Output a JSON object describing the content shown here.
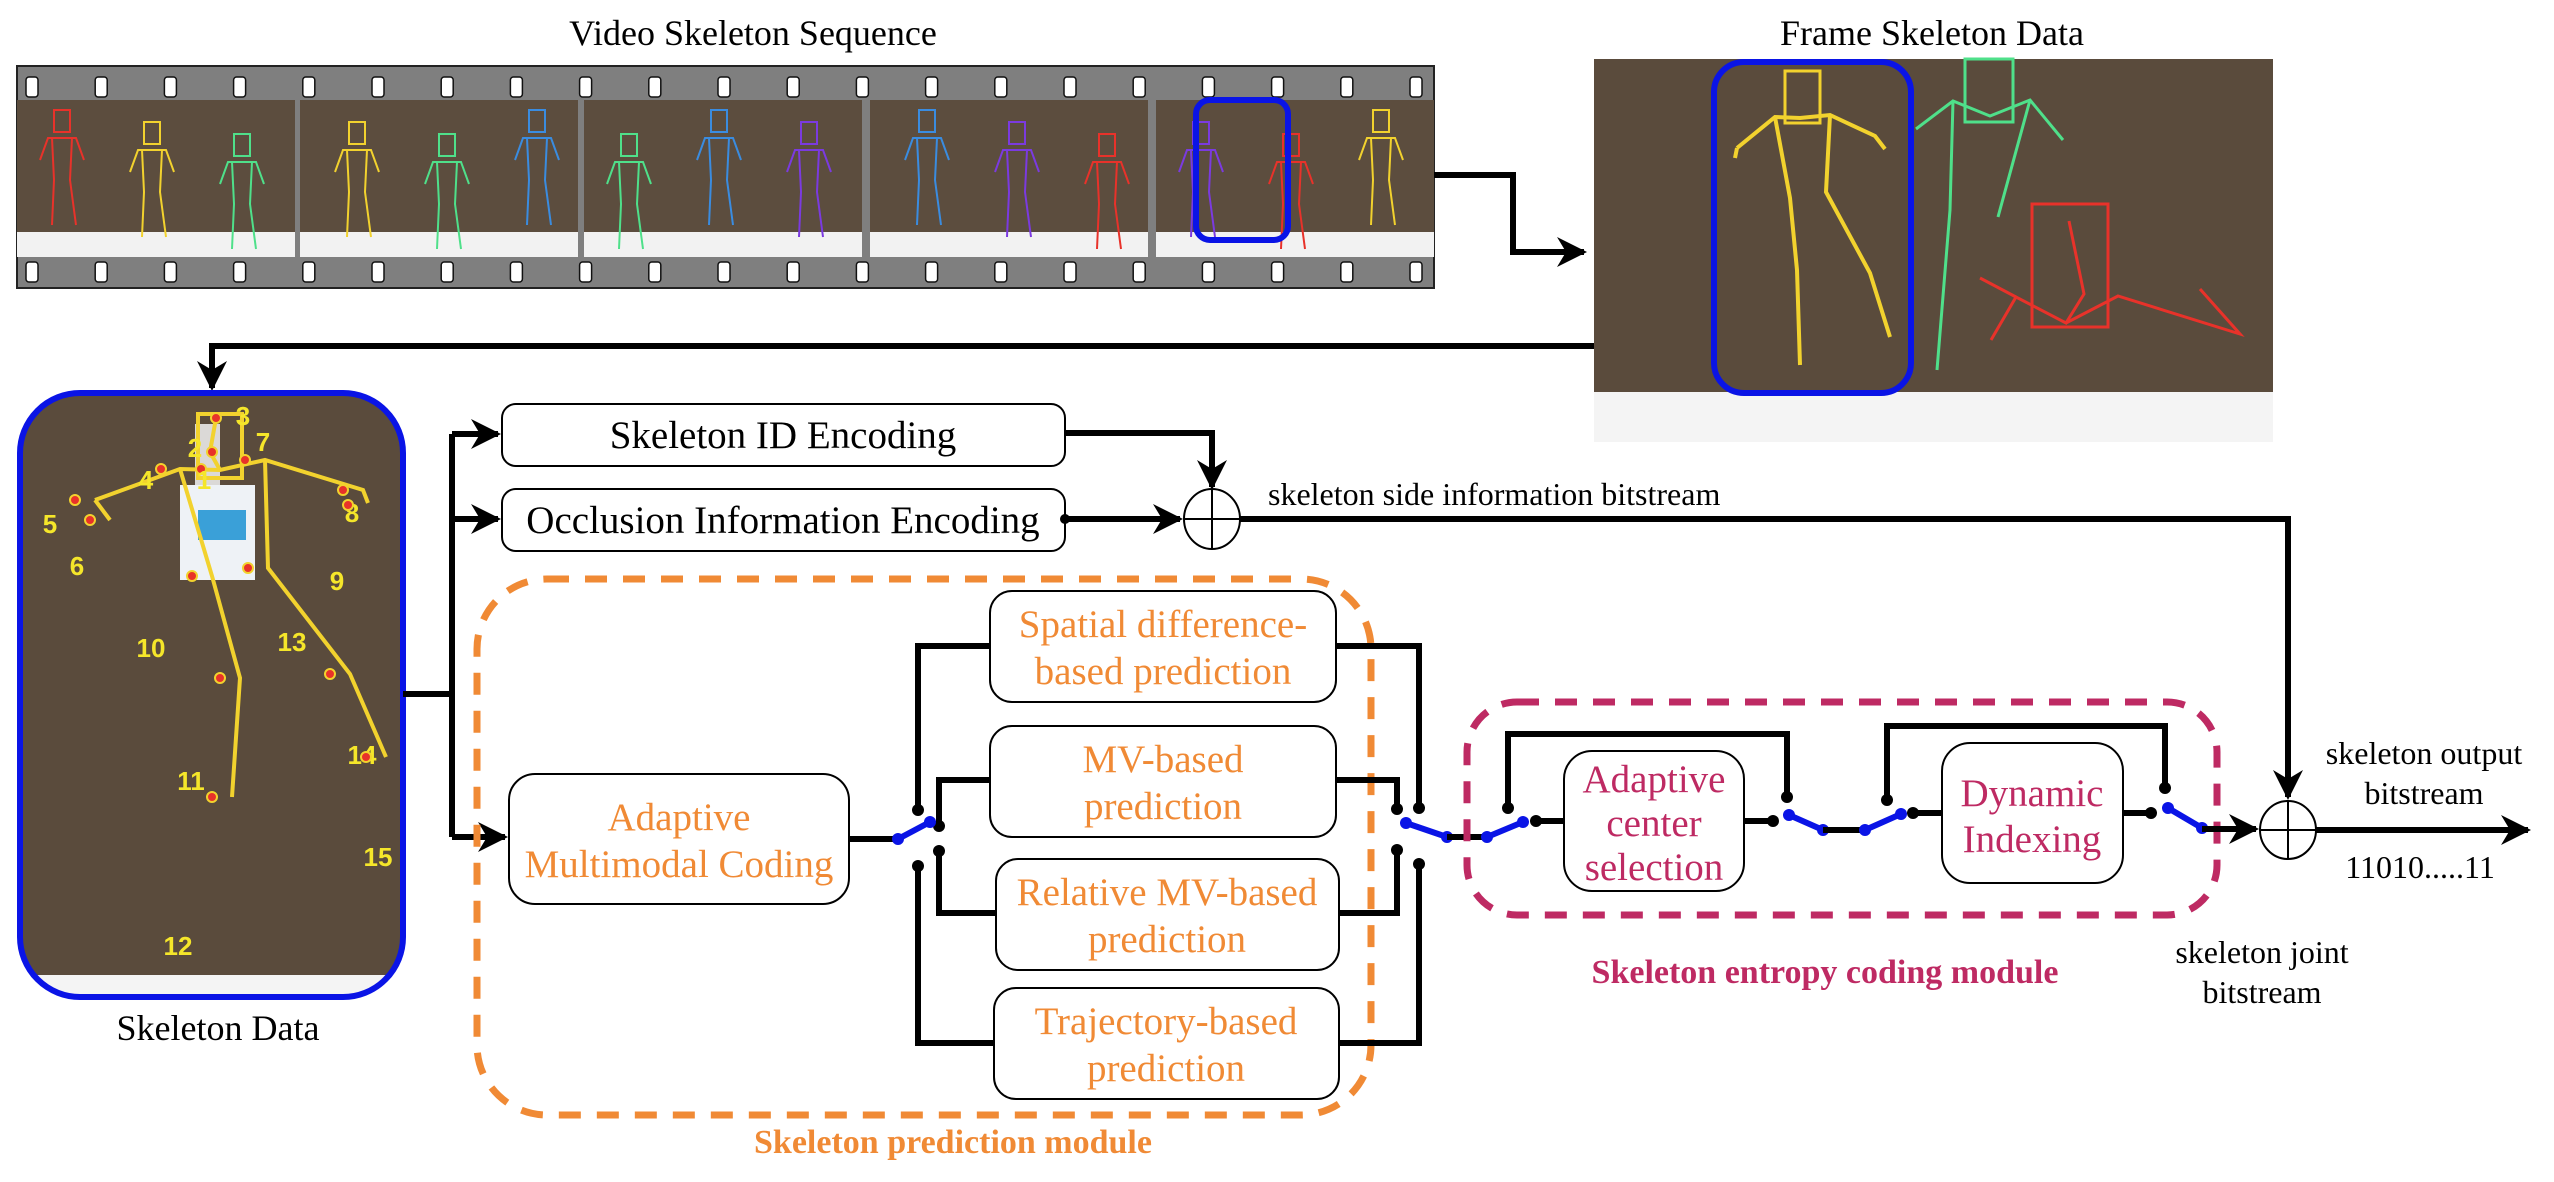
{
  "titles": {
    "video_sequence": "Video Skeleton Sequence",
    "frame_data": "Frame Skeleton Data",
    "skeleton_data": "Skeleton Data"
  },
  "encoders": {
    "skeleton_id": "Skeleton ID Encoding",
    "occlusion": "Occlusion Information Encoding"
  },
  "side_info_label": "skeleton side information bitstream",
  "prediction_module": {
    "label": "Skeleton prediction module",
    "color": "#F08A35",
    "adaptive_coding": [
      "Adaptive",
      "Multimodal Coding"
    ],
    "predictors": [
      [
        "Spatial difference-",
        "based prediction"
      ],
      [
        "MV-based",
        "prediction"
      ],
      [
        "Relative MV-based",
        "prediction"
      ],
      [
        "Trajectory-based",
        "prediction"
      ]
    ]
  },
  "entropy_module": {
    "label": "Skeleton entropy coding module",
    "color": "#BE2A63",
    "center_selection": [
      "Adaptive",
      "center",
      "selection"
    ],
    "dynamic_indexing": [
      "Dynamic",
      "Indexing"
    ]
  },
  "output": {
    "label_line1": "skeleton output",
    "label_line2": "bitstream",
    "bits": "11010.....11",
    "joint_label_line1": "skeleton joint",
    "joint_label_line2": "bitstream"
  },
  "joints": [
    "1",
    "2",
    "3",
    "4",
    "5",
    "6",
    "7",
    "8",
    "9",
    "10",
    "11",
    "12",
    "13",
    "14",
    "15"
  ],
  "frame_count": 5,
  "colors": {
    "switch": "#0A14E6",
    "selection_box": "#0A14E6",
    "film": "#7F7F7F"
  }
}
